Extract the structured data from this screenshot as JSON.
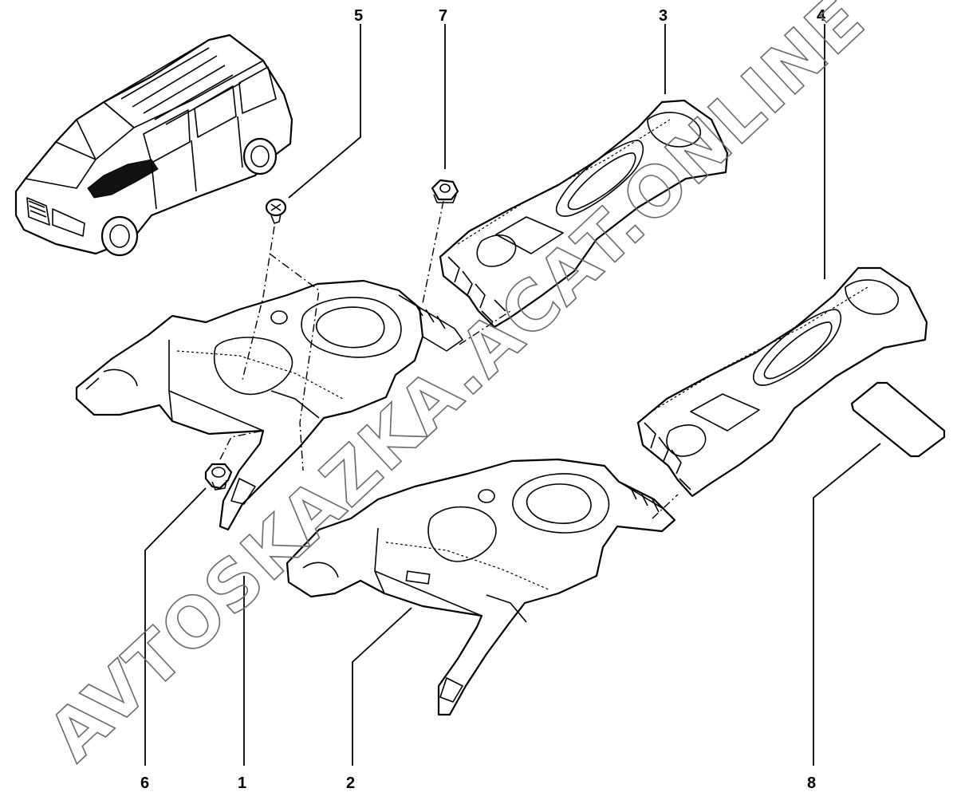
{
  "callouts": [
    "5",
    "7",
    "3",
    "4",
    "6",
    "1",
    "2",
    "8"
  ],
  "watermark": "AVTOSKAZKA.ACAT.ONLINE",
  "icons": {
    "vehicle": "minivan-vehicle-icon",
    "screw": "screw-icon",
    "clip": "clip-icon",
    "nut": "nut-icon"
  }
}
